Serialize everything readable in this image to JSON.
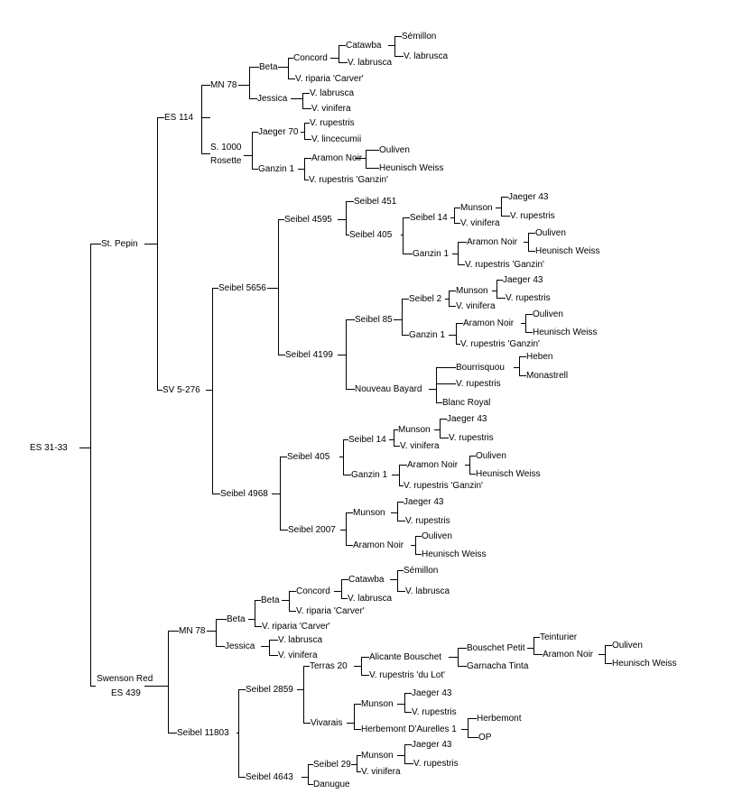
{
  "diagram": {
    "labels": {
      "root": "ES 31-33",
      "stpepin": "St. Pepin",
      "es114": "ES 114",
      "mn78a": "MN 78",
      "betaA": "Beta",
      "concordA": "Concord",
      "catawbaA": "Catawba",
      "semillonA": "Sémillon",
      "vlabA1": "V. labrusca",
      "vlabA2": "V. labrusca",
      "vripA": "V. riparia 'Carver'",
      "jessicaA": "Jessica",
      "vlabA3": "V. labrusca",
      "vvinA1": "V. vinifera",
      "s1000": "S. 1000",
      "rosette": "Rosette",
      "jaeger70": "Jaeger 70",
      "vrupA70": "V. rupestris",
      "vlinc": "V. lincecumii",
      "ganzinA": "Ganzin 1",
      "aramonA": "Aramon Noir",
      "oulivenA": "Ouliven",
      "heunA": "Heunisch Weiss",
      "vrupgA": "V. rupestris 'Ganzin'",
      "sv5276": "SV 5-276",
      "s5656": "Seibel 5656",
      "s4595": "Seibel 4595",
      "s451": "Seibel 451",
      "s405a": "Seibel 405",
      "s14a": "Seibel 14",
      "munsonB": "Munson",
      "jaegerB": "Jaeger 43",
      "vrupB": "V. rupestris",
      "vvinB": "V. vinifera",
      "ganzinB": "Ganzin 1",
      "aramonB": "Aramon Noir",
      "oulivenB": "Ouliven",
      "heunB": "Heunisch Weiss",
      "vrupgB": "V. rupestris 'Ganzin'",
      "s4199": "Seibel 4199",
      "s85": "Seibel 85",
      "s2": "Seibel 2",
      "munsonC": "Munson",
      "jaegerC": "Jaeger 43",
      "vrupC": "V. rupestris",
      "vvinC": "V. vinifera",
      "ganzinC": "Ganzin 1",
      "aramonC": "Aramon Noir",
      "oulivenC": "Ouliven",
      "heunC": "Heunisch Weiss",
      "vrupgC": "V. rupestris 'Ganzin'",
      "nbayard": "Nouveau Bayard",
      "bourr": "Bourrisquou",
      "heben": "Heben",
      "monast": "Monastrell",
      "vrupBo": "V. rupestris",
      "blancroyal": "Blanc Royal",
      "s4968": "Seibel 4968",
      "s405b": "Seibel 405",
      "s14b": "Seibel 14",
      "munsonD": "Munson",
      "jaegerD": "Jaeger 43",
      "vrupD": "V. rupestris",
      "vvinD": "V. vinifera",
      "ganzinD": "Ganzin 1",
      "aramonD": "Aramon Noir",
      "oulivenD": "Ouliven",
      "heunD": "Heunisch Weiss",
      "vrupgD": "V. rupestris 'Ganzin'",
      "s2007": "Seibel 2007",
      "munsonE": "Munson",
      "jaegerE": "Jaeger 43",
      "vrupE": "V. rupestris",
      "aramonE": "Aramon Noir",
      "oulivenE": "Ouliven",
      "heunE": "Heunisch Weiss",
      "swenson": "Swenson Red",
      "es439": "ES 439",
      "mn78b": "MN 78",
      "betaB": "Beta",
      "betaB2": "Beta",
      "concordB": "Concord",
      "catawbaB": "Catawba",
      "semillonB": "Sémillon",
      "vlabB1": "V. labrusca",
      "vlabB2": "V. labrusca",
      "vripB1": "V. riparia 'Carver'",
      "vripB2": "V. riparia 'Carver'",
      "jessicaB": "Jessica",
      "vlabB3": "V. labrusca",
      "vvinB2": "V. vinifera",
      "s11803": "Seibel 11803",
      "s2859": "Seibel 2859",
      "terras20": "Terras 20",
      "alicante": "Alicante Bouschet",
      "bpetit": "Bouschet Petit",
      "teint": "Teinturier",
      "aramonF": "Aramon Noir",
      "oulivenF": "Ouliven",
      "heunF": "Heunisch Weiss",
      "garnacha": "Garnacha Tinta",
      "vrupdulot": "V. rupestris 'du Lot'",
      "vivarais": "Vivarais",
      "munsonF": "Munson",
      "jaegerF": "Jaeger 43",
      "vrupF": "V. rupestris",
      "herbda": "Herbemont D'Aurelles 1",
      "herbemont": "Herbemont",
      "op": "OP",
      "s4643": "Seibel 4643",
      "s29": "Seibel 29",
      "munsonG": "Munson",
      "jaegerG": "Jaeger 43",
      "vrupG": "V. rupestris",
      "vvinG": "V. vinifera",
      "danugue": "Danugue"
    }
  }
}
